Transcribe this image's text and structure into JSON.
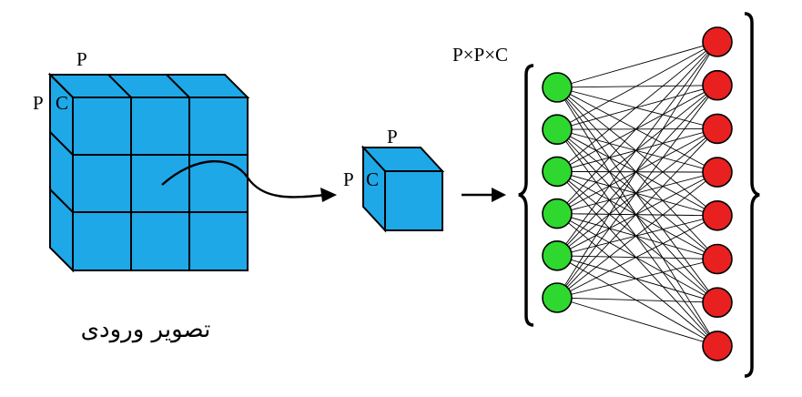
{
  "input_volume": {
    "label_p_top": "P",
    "label_p_side": "P",
    "label_c": "C",
    "caption": "تصویر ورودی"
  },
  "patch": {
    "label_p_top": "P",
    "label_p_side": "P",
    "label_c": "C"
  },
  "network": {
    "input_dims_label": "P×P×C",
    "input_nodes": 6,
    "output_nodes": 8,
    "input_color": "#2ed82e",
    "output_color": "#e82020"
  },
  "colors": {
    "cube_fill": "#1fa8e8"
  }
}
